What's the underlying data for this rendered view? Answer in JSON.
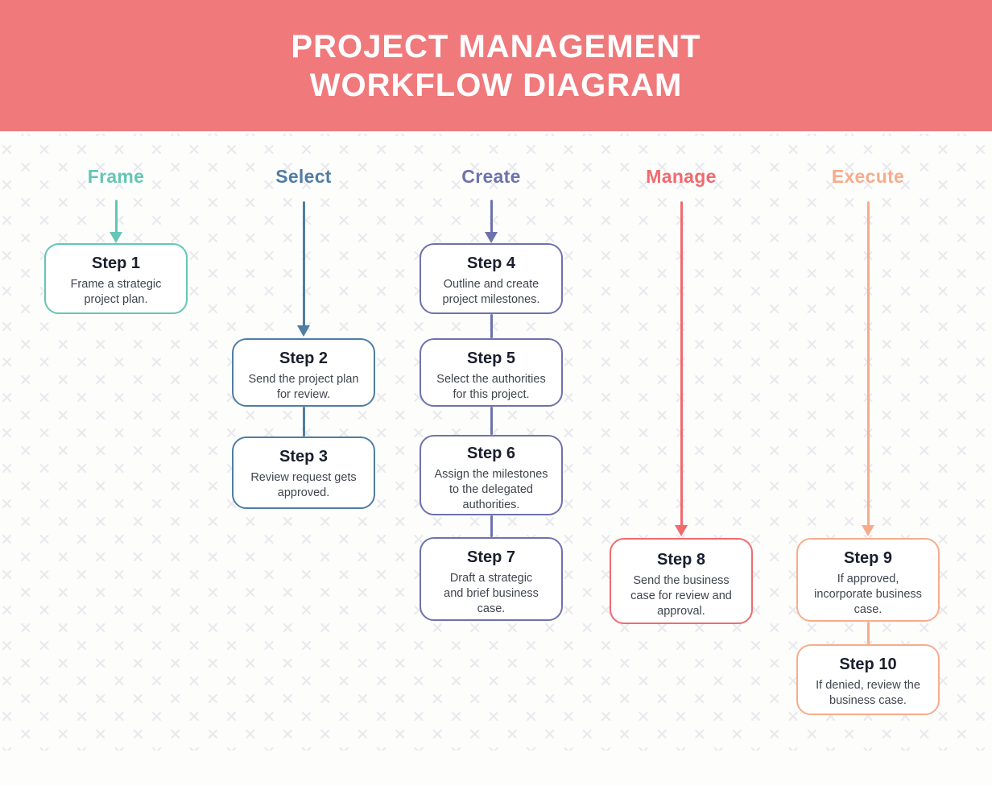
{
  "header": {
    "title_line1": "PROJECT MANAGEMENT",
    "title_line2": "WORKFLOW DIAGRAM",
    "background_color": "#F0797B",
    "text_color": "#FFFFFF"
  },
  "background": {
    "color": "#FDFDFC",
    "pattern_glyph": "x-cross",
    "pattern_color": "#EAE9EE"
  },
  "columns": [
    {
      "label": "Frame",
      "color": "#64C6B5"
    },
    {
      "label": "Select",
      "color": "#4F7DA4"
    },
    {
      "label": "Create",
      "color": "#6E72AC"
    },
    {
      "label": "Manage",
      "color": "#F06A6E"
    },
    {
      "label": "Execute",
      "color": "#F6AC8B"
    }
  ],
  "steps": [
    {
      "column": "Frame",
      "title": "Step 1",
      "description": "Frame a strategic\nproject plan."
    },
    {
      "column": "Select",
      "title": "Step 2",
      "description": "Send the project plan\nfor review."
    },
    {
      "column": "Select",
      "title": "Step 3",
      "description": "Review request gets\napproved."
    },
    {
      "column": "Create",
      "title": "Step 4",
      "description": "Outline and create\nproject milestones."
    },
    {
      "column": "Create",
      "title": "Step 5",
      "description": "Select the authorities\nfor this project."
    },
    {
      "column": "Create",
      "title": "Step 6",
      "description": "Assign the milestones\nto the delegated\nauthorities."
    },
    {
      "column": "Create",
      "title": "Step 7",
      "description": "Draft a strategic\nand brief business\ncase."
    },
    {
      "column": "Manage",
      "title": "Step 8",
      "description": "Send the business\ncase for review and\napproval."
    },
    {
      "column": "Execute",
      "title": "Step 9",
      "description": "If approved,\nincorporate business\ncase."
    },
    {
      "column": "Execute",
      "title": "Step 10",
      "description": "If denied, review the\nbusiness case."
    }
  ],
  "text_colors": {
    "step_title": "#1A1E2D",
    "step_description": "#40454F"
  }
}
